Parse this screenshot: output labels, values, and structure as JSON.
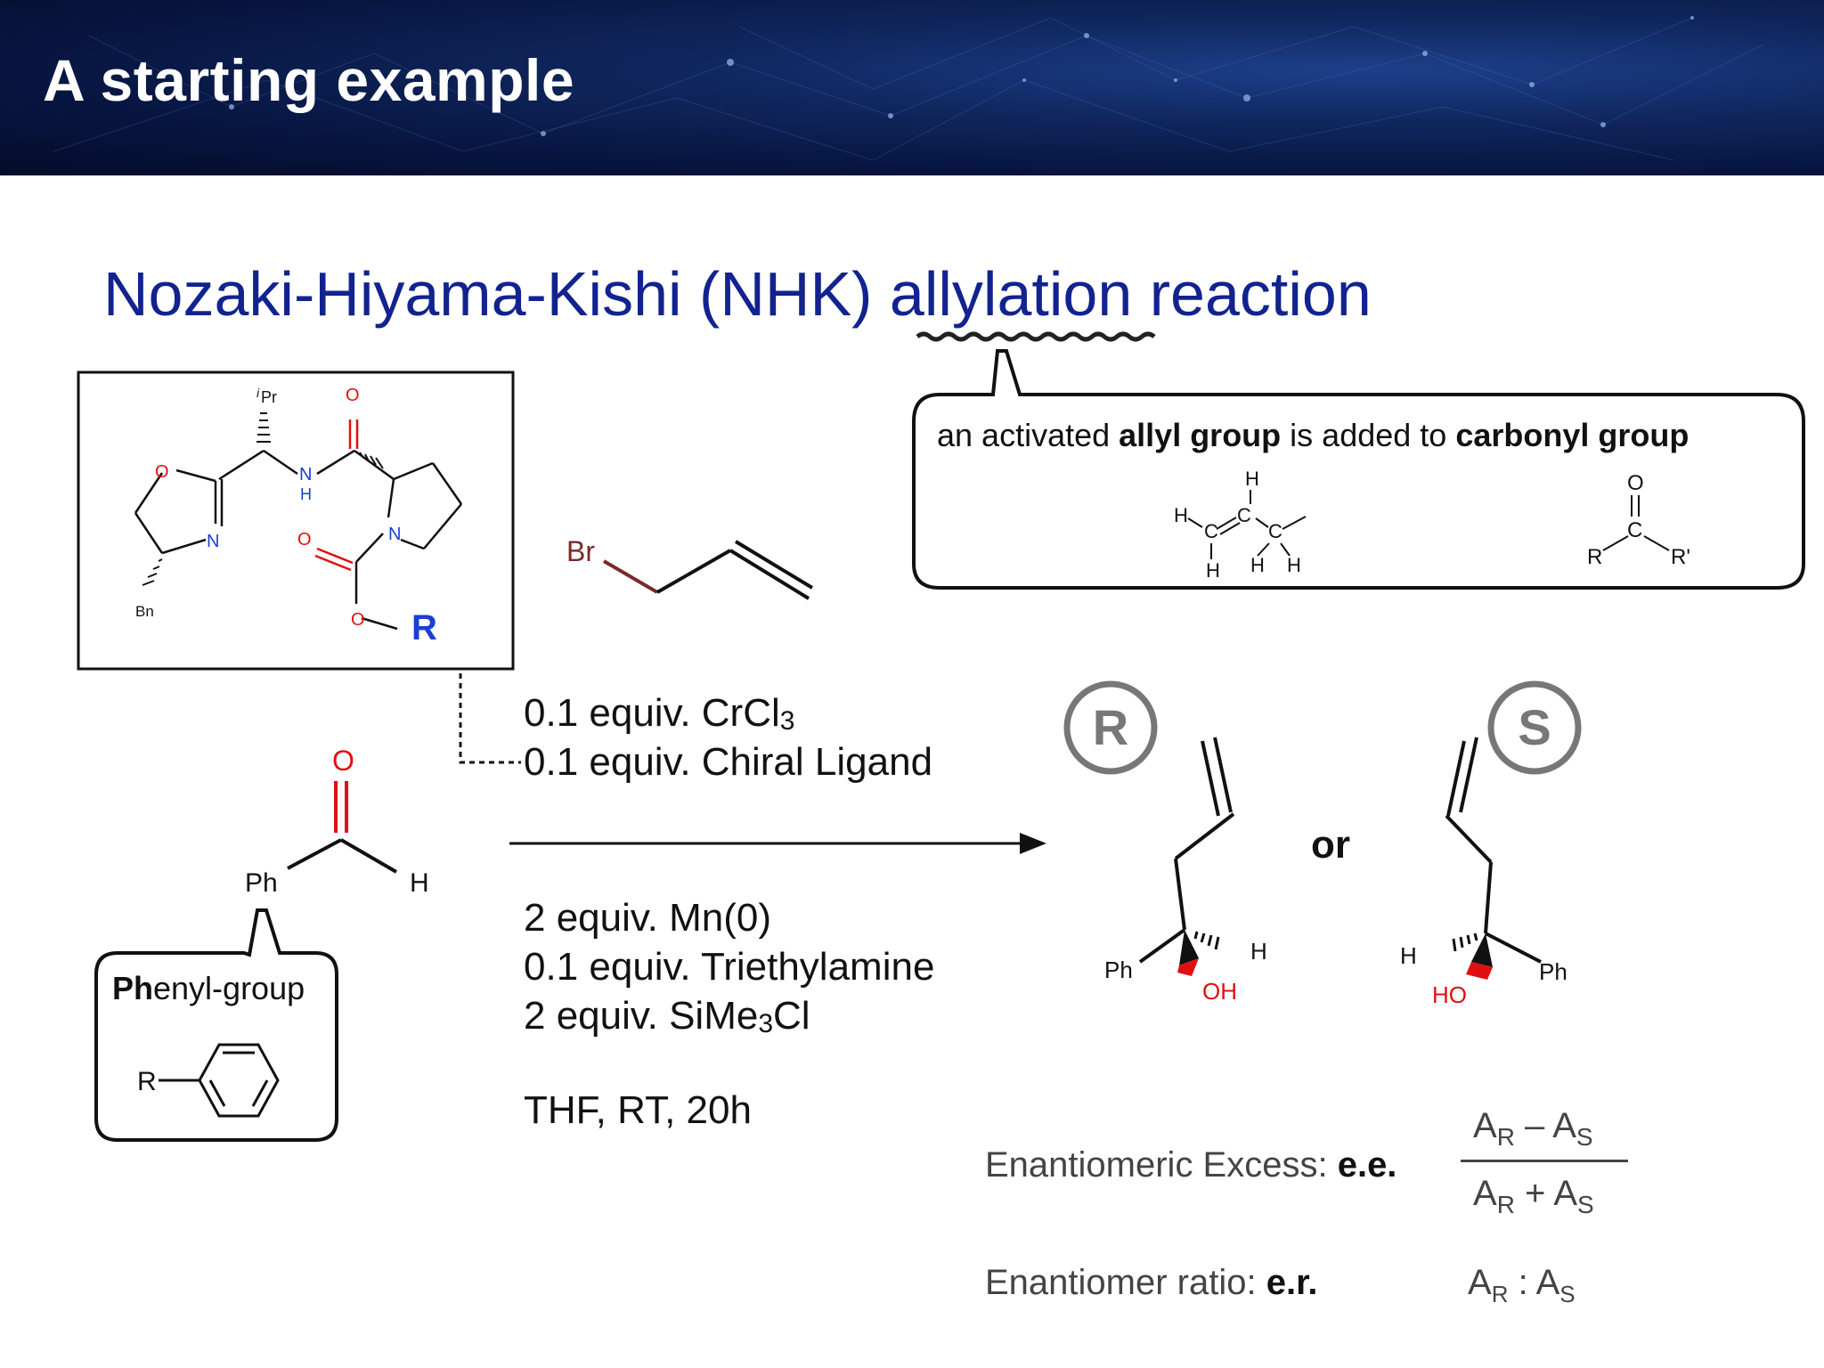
{
  "slide": {
    "title": "A starting example",
    "subtitle": "Nozaki-Hiyama-Kishi (NHK) allylation reaction"
  },
  "callout": {
    "text_1": "an activated ",
    "bold_1": "allyl group",
    "text_2": " is added to ",
    "bold_2": "carbonyl group"
  },
  "allyl_structure": {
    "H_top": "H",
    "H_left": "H",
    "C1": "C",
    "C2": "C",
    "C3": "C",
    "H_bottom1": "H",
    "H_bottom2": "H",
    "H_bottom3": "H"
  },
  "carbonyl_structure": {
    "O": "O",
    "C": "C",
    "R": "R",
    "R_prime": "R'"
  },
  "ligand": {
    "iPr_sup": "i",
    "iPr": "Pr",
    "O_top": "O",
    "O_ring": "O",
    "N_ring": "N",
    "N_amide": "N",
    "H_amide": "H",
    "N_pro": "N",
    "O_carb": "O",
    "O_ester": "O",
    "R": "R",
    "Bn": "Bn"
  },
  "allyl_bromide": {
    "Br": "Br"
  },
  "aldehyde": {
    "O": "O",
    "Ph": "Ph",
    "H": "H"
  },
  "phenyl_box": {
    "bold": "Ph",
    "rest": "enyl-group",
    "R": "R"
  },
  "conditions_above": {
    "line1_a": "0.1 equiv. CrCl",
    "line1_sub": "3",
    "line2": "0.1 equiv. Chiral Ligand"
  },
  "conditions_below": {
    "line1": "2 equiv. Mn(0)",
    "line2": "0.1 equiv. Triethylamine",
    "line3_a": "2 equiv. SiMe",
    "line3_sub": "3",
    "line3_b": "Cl",
    "line4": "THF, RT, 20h"
  },
  "products": {
    "R_label": "R",
    "S_label": "S",
    "or": "or",
    "R_Ph": "Ph",
    "R_H": "H",
    "R_OH": "OH",
    "S_H": "H",
    "S_Ph": "Ph",
    "S_HO": "HO"
  },
  "metrics": {
    "ee_label": "Enantiomeric Excess: ",
    "ee_bold": "e.e.",
    "er_label": "Enantiomer ratio: ",
    "er_bold": "e.r.",
    "A": "A",
    "sub_R": "R",
    "sub_S": "S",
    "minus": "–",
    "plus": "+",
    "colon": " : "
  },
  "colors": {
    "title_blue": "#12238f",
    "oxygen_red": "#e01010",
    "nitrogen_blue": "#1a3fd6",
    "R_blue": "#1a3fd6",
    "br_brown": "#7a2a2a",
    "gray_circle": "#777777"
  }
}
